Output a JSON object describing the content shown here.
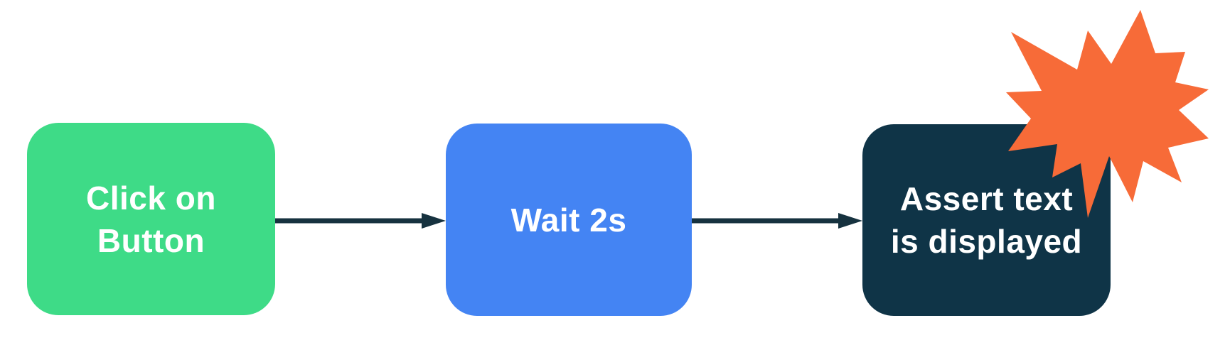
{
  "diagram": {
    "type": "flowchart",
    "background": "#FFFFFF",
    "nodes": {
      "click": {
        "line1": "Click on",
        "line2": "Button"
      },
      "wait": {
        "line1": "Wait 2s"
      },
      "assert": {
        "line1": "Assert text",
        "line2": "is displayed"
      }
    },
    "arrows": [
      {
        "from": "click",
        "to": "wait"
      },
      {
        "from": "wait",
        "to": "assert"
      }
    ]
  },
  "colors": {
    "green": "#3EDB87",
    "blue": "#4484F3",
    "navy": "#0F3447",
    "orange": "#F76B38",
    "arrow": "#16323F",
    "text": "#FFFFFF"
  }
}
